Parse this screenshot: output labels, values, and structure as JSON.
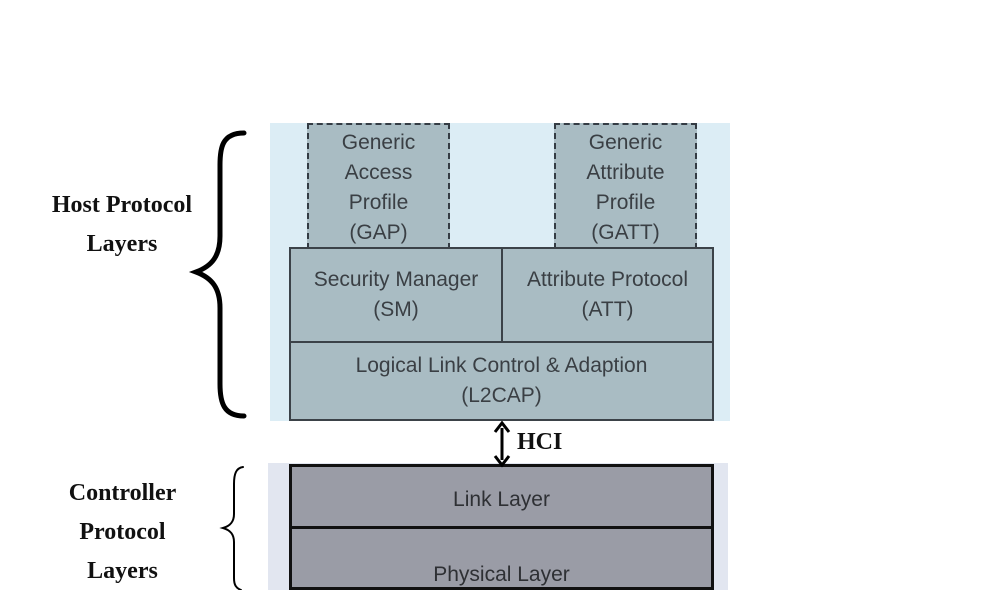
{
  "host": {
    "label_line1": "Host Protocol",
    "label_line2": "Layers",
    "gap": {
      "line1": "Generic",
      "line2": "Access",
      "line3": "Profile",
      "line4": "(GAP)"
    },
    "gatt": {
      "line1": "Generic",
      "line2": "Attribute",
      "line3": "Profile",
      "line4": "(GATT)"
    },
    "sm": {
      "line1": "Security Manager",
      "line2": "(SM)"
    },
    "att": {
      "line1": "Attribute Protocol",
      "line2": "(ATT)"
    },
    "l2cap": {
      "line1": "Logical Link Control & Adaption",
      "line2": "(L2CAP)"
    }
  },
  "hci": {
    "label": "HCI"
  },
  "controller": {
    "label_line1": "Controller",
    "label_line2": "Protocol",
    "label_line3": "Layers",
    "link_layer": "Link Layer",
    "physical_layer": "Physical Layer"
  },
  "colors": {
    "host_background": "#dcedf5",
    "host_box": "#a9bcc3",
    "controller_background": "#e2e6f0",
    "controller_box": "#9a9ca6"
  }
}
